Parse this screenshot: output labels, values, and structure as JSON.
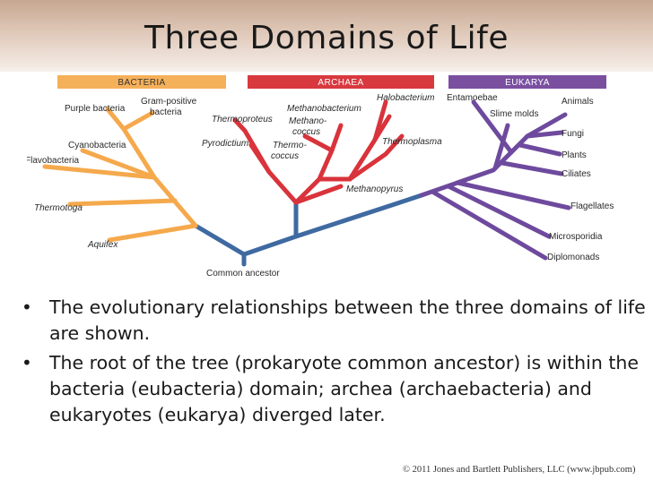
{
  "slide": {
    "title": "Three Domains of Life"
  },
  "diagram": {
    "domains": [
      {
        "label": "BACTERIA",
        "color": "#f5b05a"
      },
      {
        "label": "ARCHAEA",
        "color": "#d8393f"
      },
      {
        "label": "EUKARYA",
        "color": "#7a4fa0"
      }
    ],
    "trunk_color": "#3f6aa1",
    "root_label": "Common ancestor",
    "bacteria_labels": [
      "Purple bacteria",
      "Gram-positive",
      "bacteria",
      "Cyanobacteria",
      "Flavobacteria",
      "Thermotoga",
      "Aquifex"
    ],
    "archaea_labels": [
      "Thermoproteus",
      "Pyrodictium",
      "Methano-",
      "coccus",
      "Thermo-",
      "coccus",
      "Methanobacterium",
      "Halobacterium",
      "Thermoplasma",
      "Methanopyrus"
    ],
    "eukarya_labels": [
      "Entamoebae",
      "Slime molds",
      "Animals",
      "Fungi",
      "Plants",
      "Ciliates",
      "Flagellates",
      "Microsporidia",
      "Diplomonads"
    ]
  },
  "bullets": [
    "The evolutionary relationships between the three domains of life are shown.",
    "The root of the tree (prokaryote common ancestor) is within the bacteria (eubacteria) domain; archea (archaebacteria) and eukaryotes (eukarya) diverged later."
  ],
  "copyright": "© 2011 Jones and Bartlett Publishers, LLC (www.jbpub.com)"
}
